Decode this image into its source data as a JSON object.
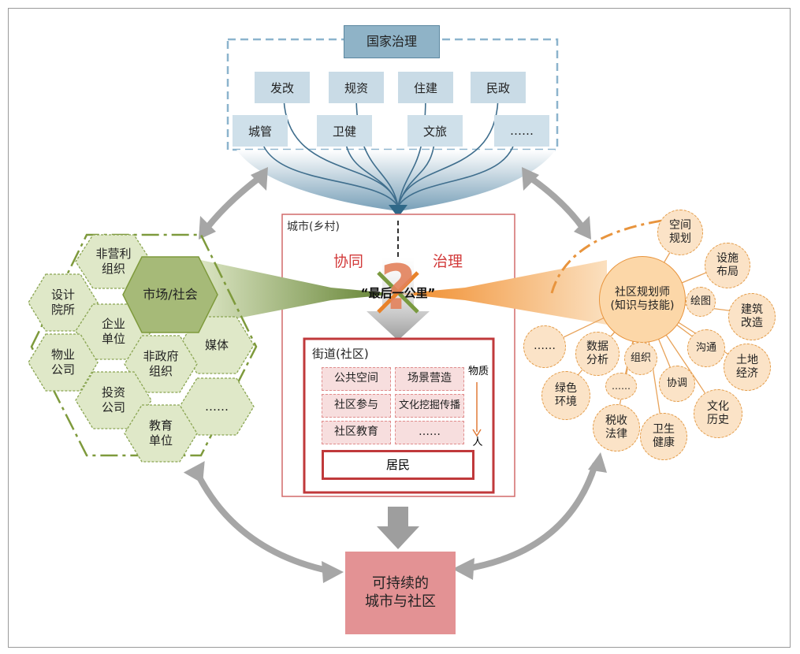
{
  "national": {
    "title": "国家治理",
    "depts_top": [
      "发改",
      "规资",
      "住建",
      "民政"
    ],
    "depts_bottom": [
      "城管",
      "卫健",
      "文旅",
      "……"
    ]
  },
  "center": {
    "city_label": "城市(乡村)",
    "cooperate": "协同",
    "govern": "治理",
    "last_mile": "“最后一公里”",
    "question_mark": "?",
    "street": {
      "title": "街道(社区)",
      "cells": [
        "公共空间",
        "场景营造",
        "社区参与",
        "文化挖掘传播",
        "社区教育",
        "……"
      ],
      "scale_top": "物质",
      "scale_bottom": "人",
      "residents": "居民"
    }
  },
  "market": {
    "center": "市场/社会",
    "items": [
      "非营利\n组织",
      "设计\n院所",
      "企业\n单位",
      "媒体",
      "物业\n公司",
      "非政府\n组织",
      "投资\n公司",
      "……",
      "教育\n单位"
    ]
  },
  "planner": {
    "center": "社区规划师\n(知识与技能)",
    "items": [
      "空间\n规划",
      "设施\n布局",
      "绘图",
      "建筑\n改造",
      "沟通",
      "土地\n经济",
      "文化\n历史",
      "协调",
      "卫生\n健康",
      "税收\n法律",
      "……",
      "组织",
      "数据\n分析",
      "……",
      "绿色\n环境"
    ]
  },
  "outcome": "可持续的\n城市与社区",
  "colors": {
    "gov_blue": "#8fb3c7",
    "green": "#9ab06a",
    "orange": "#f0a050",
    "red": "#c0393b",
    "outcome_pink": "#e39294"
  }
}
